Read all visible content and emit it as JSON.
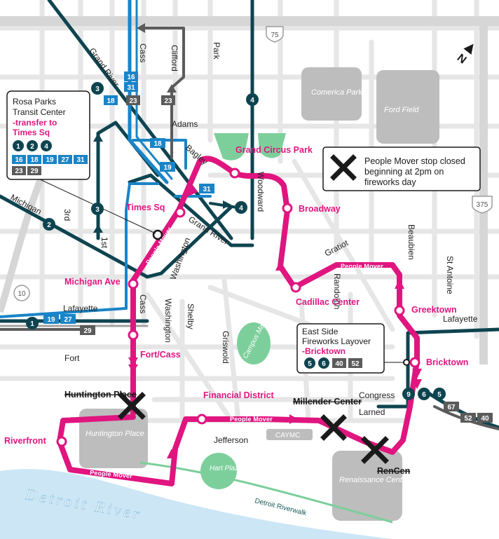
{
  "colors": {
    "people_mover": "#e0157f",
    "bus_dark": "#0e4450",
    "bus_blue": "#1a84c7",
    "bus_grey": "#5b5b5b",
    "park_green": "#7ccf9b",
    "river": "#cce6f6",
    "road": "#e6e6e6",
    "building": "#bdbdbd"
  },
  "north_arrow": "N",
  "river": {
    "name": "Detroit River",
    "riverwalk": "Detroit Riverwalk"
  },
  "highways": {
    "i75": "75",
    "i375": "375",
    "m10": "10"
  },
  "streets": {
    "grand_river_top": "Grand River",
    "grand_river_mid": "Grand River",
    "michigan": "Michigan",
    "third": "3rd",
    "first": "1st",
    "cass_top": "Cass",
    "cass_mid": "Cass",
    "clifford": "Clifford",
    "park": "Park",
    "adams": "Adams",
    "bagley": "Bagley",
    "woodward": "Woodward",
    "washington_1": "Washington",
    "washington_2": "Washington",
    "lafayette_w": "Lafayette",
    "lafayette_e": "Lafayette",
    "shelby": "Shelby",
    "griswold": "Griswold",
    "fort": "Fort",
    "jefferson": "Jefferson",
    "gratiot": "Gratiot",
    "randolph": "Randolph",
    "beaubien": "Beaubien",
    "st_antoine": "St Antoine",
    "congress": "Congress",
    "larned": "Larned"
  },
  "landmarks": {
    "comerica": "Comerica Park",
    "ford_field": "Ford Field",
    "huntington_place": "Huntington Place",
    "renaissance_center": "Renaissance Center",
    "caymc": "CAYMC",
    "campus_martius": "Campus Martius",
    "hart_plaza": "Hart Plaza"
  },
  "people_mover": {
    "label": "People Mover",
    "stops": {
      "times_sq": "Times Sq",
      "grand_circus_park": "Grand Circus Park",
      "broadway": "Broadway",
      "cadillac_center": "Cadillac Center",
      "greektown": "Greektown",
      "bricktown": "Bricktown",
      "millender_center": "Millender Center",
      "rencen": "RenCen",
      "financial_district": "Financial District",
      "huntington_place": "Huntington Place",
      "riverfront": "Riverfront",
      "fort_cass": "Fort/Cass",
      "michigan_ave": "Michigan Ave"
    }
  },
  "route_badges": {
    "r3a": "3",
    "r4a": "4",
    "r4b": "4",
    "r3b": "3",
    "r2": "2",
    "r1": "1",
    "r16": "16",
    "r31": "31",
    "r18a": "18",
    "r23a": "23",
    "r18b": "18",
    "r19a": "19",
    "r31b": "31",
    "r19b": "19",
    "r27": "27",
    "r29": "29",
    "r9": "9",
    "r6": "6",
    "r5": "5",
    "r67": "67",
    "r52": "52",
    "r40": "40"
  },
  "rosa_parks": {
    "title_1": "Rosa Parks",
    "title_2": "Transit Center",
    "transfer_1": "-transfer to",
    "transfer_2": "Times Sq",
    "dark_routes": [
      "1",
      "2",
      "4"
    ],
    "blue_routes": [
      "16",
      "18",
      "19",
      "27",
      "31"
    ],
    "grey_routes": [
      "23",
      "29"
    ]
  },
  "legend": {
    "line_1": "People Mover stop closed",
    "line_2": "beginning at 2pm on",
    "line_3": "fireworks day"
  },
  "east_side": {
    "title_1": "East Side",
    "title_2": "Fireworks Layover",
    "stop": "-Bricktown",
    "dark_routes": [
      "5",
      "6"
    ],
    "grey_routes": [
      "40",
      "52"
    ]
  }
}
